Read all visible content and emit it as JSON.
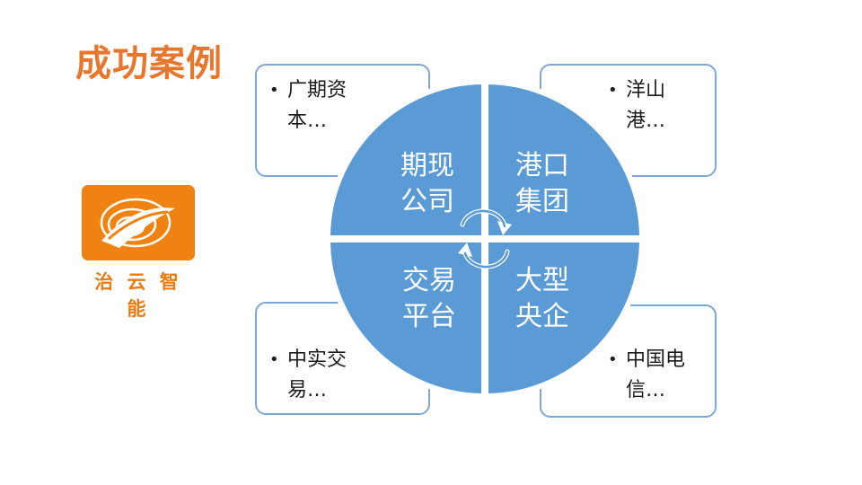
{
  "title": "成功案例",
  "logo": {
    "caption": "治 云 智 能",
    "icon": "swirl-oval-emblem"
  },
  "segments": [
    {
      "line1": "期现",
      "line2": "公司"
    },
    {
      "line1": "港口",
      "line2": "集团"
    },
    {
      "line1": "交易",
      "line2": "平台"
    },
    {
      "line1": "大型",
      "line2": "央企"
    }
  ],
  "cards": [
    {
      "line1": "广期资",
      "line2": "本…"
    },
    {
      "line1": "洋山",
      "line2": "港…"
    },
    {
      "line1": "中实交",
      "line2": "易…"
    },
    {
      "line1": "中国电",
      "line2": "信…"
    }
  ],
  "colors": {
    "title": "#e8762d",
    "segment_fill": "#5b9bd5",
    "card_border": "#7ea7d4",
    "logo_bg": "#f08211"
  }
}
